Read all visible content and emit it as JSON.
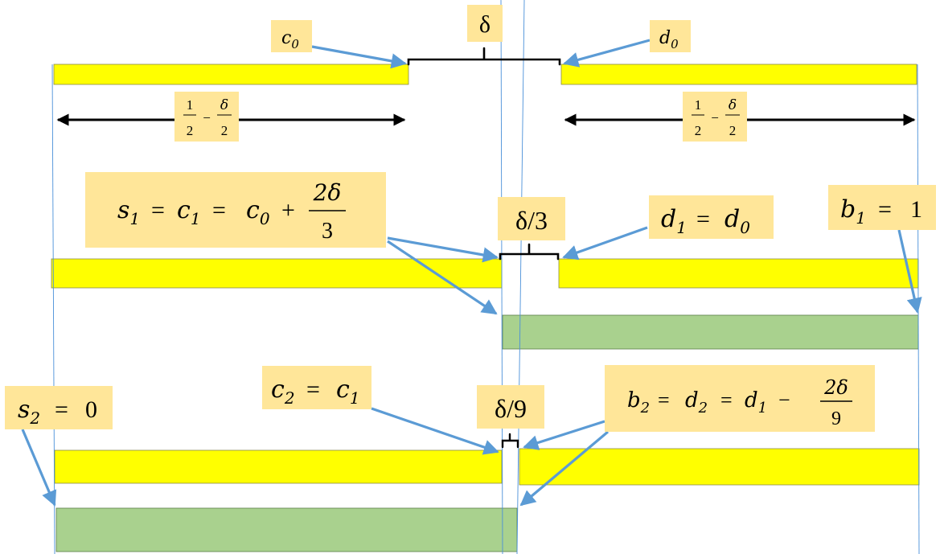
{
  "colors": {
    "yellow_bar": "#ffff00",
    "green_bar": "#a9d18e",
    "label_box": "#ffe699",
    "arrow_blue": "#5b9bd5",
    "guide_line": "#4a90d9"
  },
  "labels": {
    "c0": {
      "sym": "c",
      "sub": "0"
    },
    "d0": {
      "sym": "d",
      "sub": "0"
    },
    "delta": "δ",
    "half_minus_left": {
      "num1": "1",
      "den1": "2",
      "op": "−",
      "num2": "δ",
      "den2": "2"
    },
    "half_minus_right": {
      "num1": "1",
      "den1": "2",
      "op": "−",
      "num2": "δ",
      "den2": "2"
    },
    "s1_eq": {
      "s": "s",
      "s_sub": "1",
      "eq1": "=",
      "c": "c",
      "c_sub": "1",
      "eq2": "=",
      "c0": "c",
      "c0_sub": "0",
      "plus": "+",
      "frac_num": "2δ",
      "frac_den": "3"
    },
    "delta_over_3": "δ/3",
    "d1_eq": {
      "d": "d",
      "d_sub": "1",
      "eq": "=",
      "d0": "d",
      "d0_sub": "0"
    },
    "b1_eq": {
      "b": "b",
      "b_sub": "1",
      "eq": "=",
      "val": "1"
    },
    "c2_eq": {
      "c": "c",
      "c_sub": "2",
      "eq": "=",
      "c1": "c",
      "c1_sub": "1"
    },
    "delta_over_9": "δ/9",
    "b2_eq": {
      "b": "b",
      "b_sub": "2",
      "eq1": "=",
      "d": "d",
      "d_sub": "2",
      "eq2": "=",
      "d1": "d",
      "d1_sub": "1",
      "minus": "−",
      "frac_num": "2δ",
      "frac_den": "9"
    },
    "s2_eq": {
      "s": "s",
      "s_sub": "2",
      "eq": "=",
      "val": "0"
    }
  }
}
